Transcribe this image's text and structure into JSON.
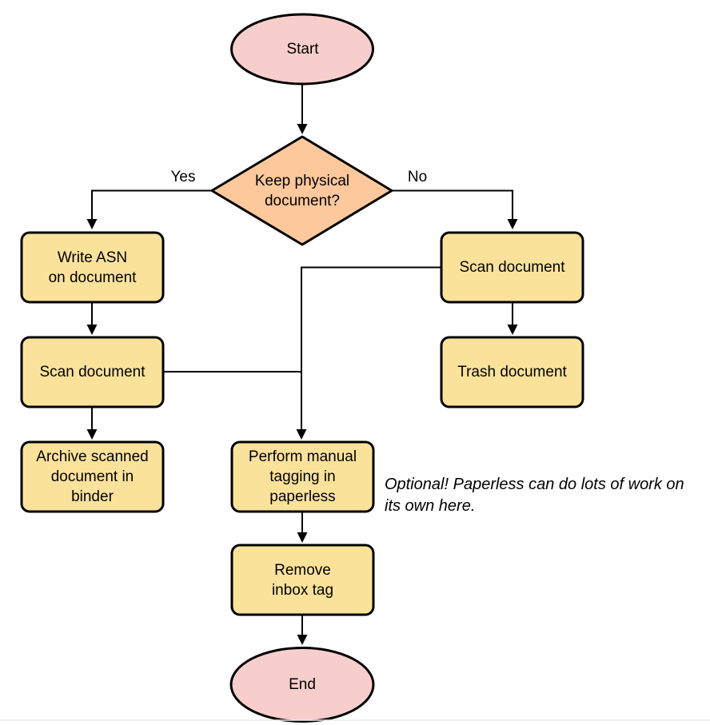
{
  "colors": {
    "background": "#ffffff",
    "stroke": "#000000",
    "terminal_fill": "#f8cecc",
    "decision_fill": "#fcc89c",
    "process_fill": "#fbe29b",
    "footer_line": "#f1eaea"
  },
  "nodes": {
    "start": {
      "label": "Start"
    },
    "decision": {
      "label": "Keep physical\ndocument?"
    },
    "write_asn": {
      "label": "Write ASN\non document"
    },
    "scan_left": {
      "label": "Scan document"
    },
    "archive": {
      "label": "Archive scanned\ndocument in\nbinder"
    },
    "scan_right": {
      "label": "Scan document"
    },
    "trash": {
      "label": "Trash document"
    },
    "tagging": {
      "label": "Perform manual\ntagging in\npaperless"
    },
    "remove_inbox": {
      "label": "Remove\ninbox tag"
    },
    "end": {
      "label": "End"
    }
  },
  "edge_labels": {
    "yes": "Yes",
    "no": "No"
  },
  "note": "Optional! Paperless can do lots of work on\nits own here."
}
